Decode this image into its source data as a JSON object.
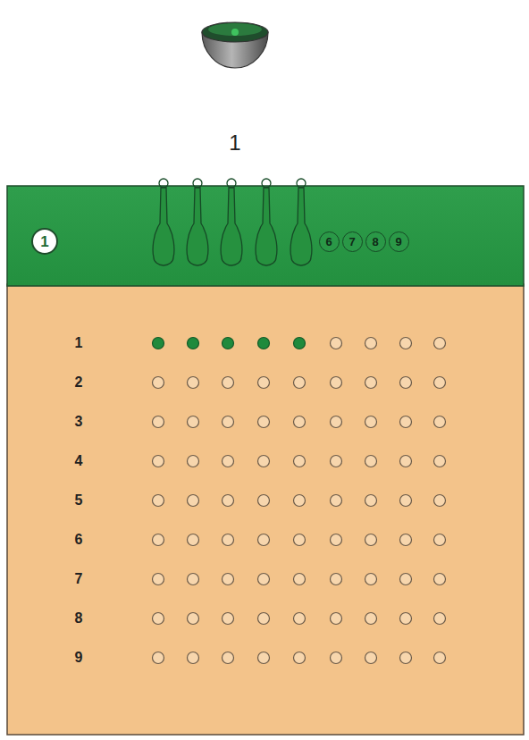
{
  "diagram": {
    "nodes": [
      {
        "text": [
          "1"
        ]
      },
      {
        "text": [
          "6"
        ]
      },
      {
        "text": [
          "7"
        ]
      },
      {
        "text": [
          "8"
        ]
      },
      {
        "text": [
          "9"
        ]
      }
    ],
    "labels": [
      "1",
      "1",
      "2",
      "3",
      "4",
      "5",
      "6",
      "7",
      "8",
      "9"
    ]
  }
}
